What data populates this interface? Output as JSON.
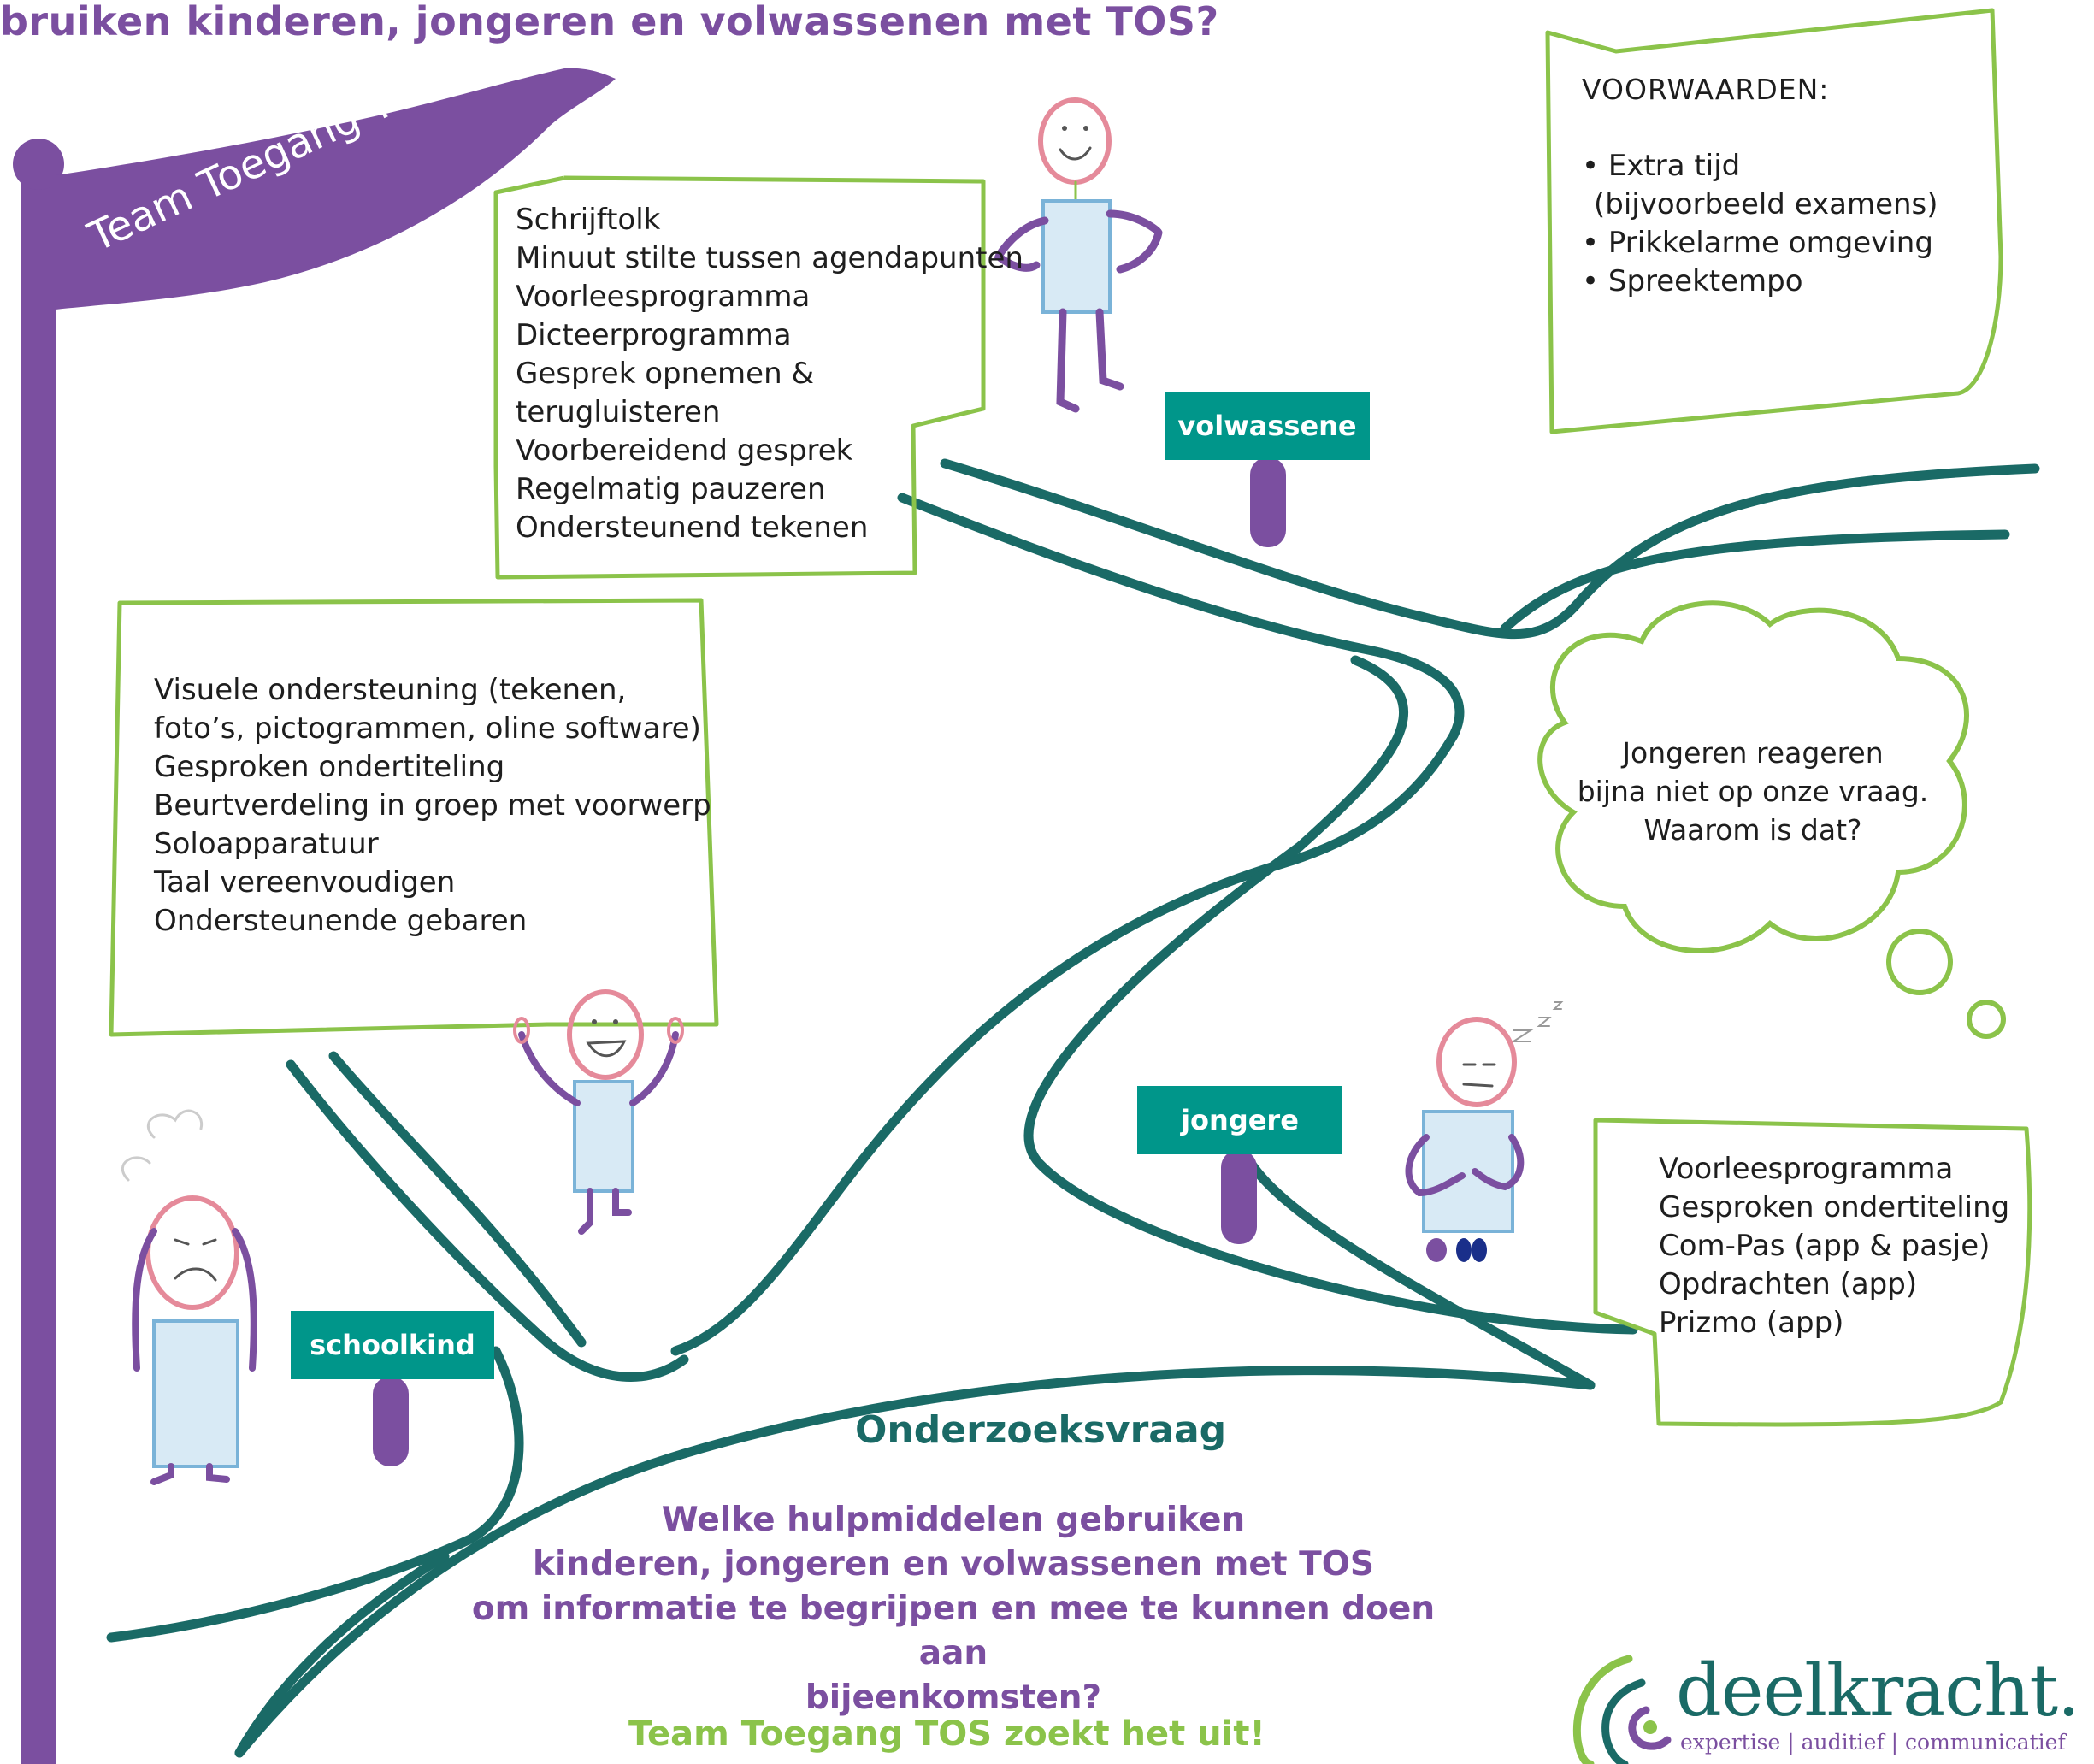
{
  "title": "bruiken kinderen, jongeren en volwassenen met TOS?",
  "flag": {
    "text": "Team Toegang TOS"
  },
  "boxes": {
    "volwassene_aids": {
      "items": [
        "Schrijftolk",
        "Minuut stilte tussen agendapunten",
        "Voorleesprogramma",
        "Dicteerprogramma",
        "Gesprek opnemen &",
        "terugluisteren",
        "Voorbereidend gesprek",
        "Regelmatig pauzeren",
        "Ondersteunend tekenen"
      ]
    },
    "conditions": {
      "heading": "VOORWAARDEN:",
      "items": [
        "• Extra tijd",
        "(bijvoorbeeld examens)",
        "• Prikkelarme omgeving",
        "• Spreektempo"
      ]
    },
    "schoolkind_aids": {
      "items": [
        "Visuele ondersteuning (tekenen,",
        "foto’s, pictogrammen, oline software)",
        "Gesproken ondertiteling",
        "Beurtverdeling in groep met voorwerp",
        "Soloapparatuur",
        "Taal vereenvoudigen",
        "Ondersteunende gebaren"
      ]
    },
    "jongere_aids": {
      "items": [
        "Voorleesprogramma",
        "Gesproken ondertiteling",
        "Com-Pas (app & pasje)",
        "Opdrachten (app)",
        "Prizmo (app)"
      ]
    }
  },
  "thought": {
    "lines": [
      "Jongeren reageren",
      "bijna niet op onze vraag.",
      "Waarom is dat?"
    ]
  },
  "signs": {
    "volwassene": "volwassene",
    "jongere": "jongere",
    "schoolkind": "schoolkind"
  },
  "research": {
    "heading": "Onderzoeksvraag",
    "lines": [
      "Welke hulpmiddelen gebruiken",
      "kinderen, jongeren en volwassenen met TOS",
      "om informatie te begrijpen en mee te kunnen doen aan",
      "bijeenkomsten?"
    ],
    "tagline": "Team Toegang TOS zoekt het uit!"
  },
  "logo": {
    "word": "deelkracht.",
    "tagline": "expertise | auditief | communicatief"
  },
  "colors": {
    "purple": "#7b4fa0",
    "teal": "#00968a",
    "road": "#1a6a66",
    "green": "#8bc34a",
    "face": "#e58a9a",
    "body_fill": "#d8eaf5",
    "body_stroke": "#7ab3d8"
  }
}
